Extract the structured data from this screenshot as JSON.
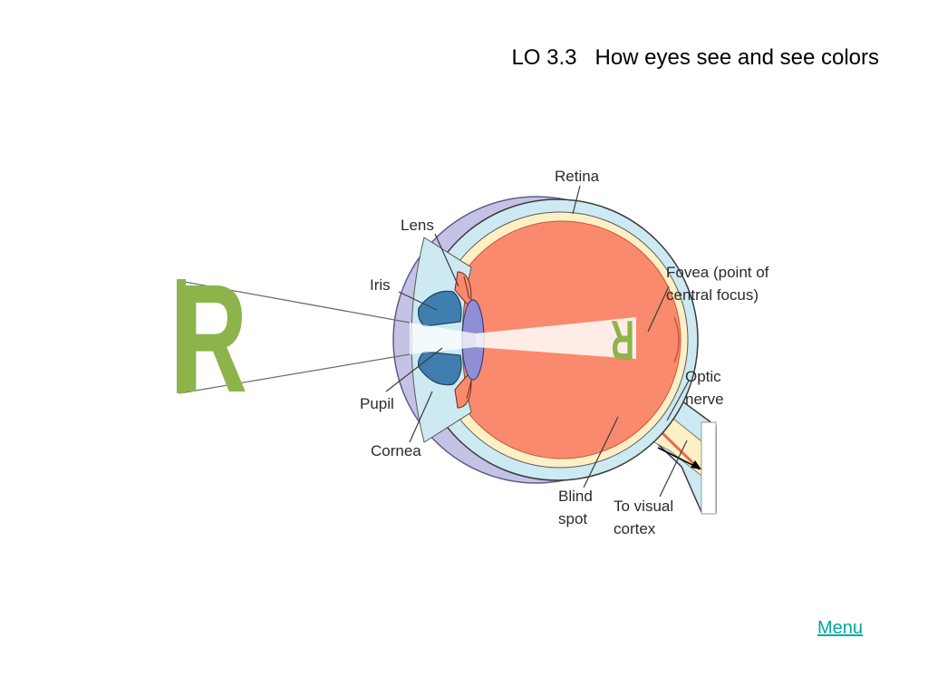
{
  "title": "LO 3.3   How eyes see and see colors",
  "menu_label": "Menu",
  "diagram": {
    "object_letter": "R",
    "image_letter": "R",
    "labels": {
      "retina": "Retina",
      "lens": "Lens",
      "iris": "Iris",
      "pupil": "Pupil",
      "cornea": "Cornea",
      "fovea_line1": "Fovea (point of",
      "fovea_line2": "central focus)",
      "optic_line1": "Optic",
      "optic_line2": "nerve",
      "blind_line1": "Blind",
      "blind_line2": "spot",
      "cortex_line1": "To visual",
      "cortex_line2": "cortex"
    }
  },
  "colors": {
    "letter_green": "#8db44a",
    "sclera_blue": "#cde9f2",
    "cornea_lavender": "#c4c3e6",
    "vitreous_red": "#f98a6e",
    "retina_cream": "#fdf0c4",
    "iris_blue": "#3f7fb0",
    "lens_purple": "#8f8fd6",
    "menu_teal": "#00a99d"
  }
}
